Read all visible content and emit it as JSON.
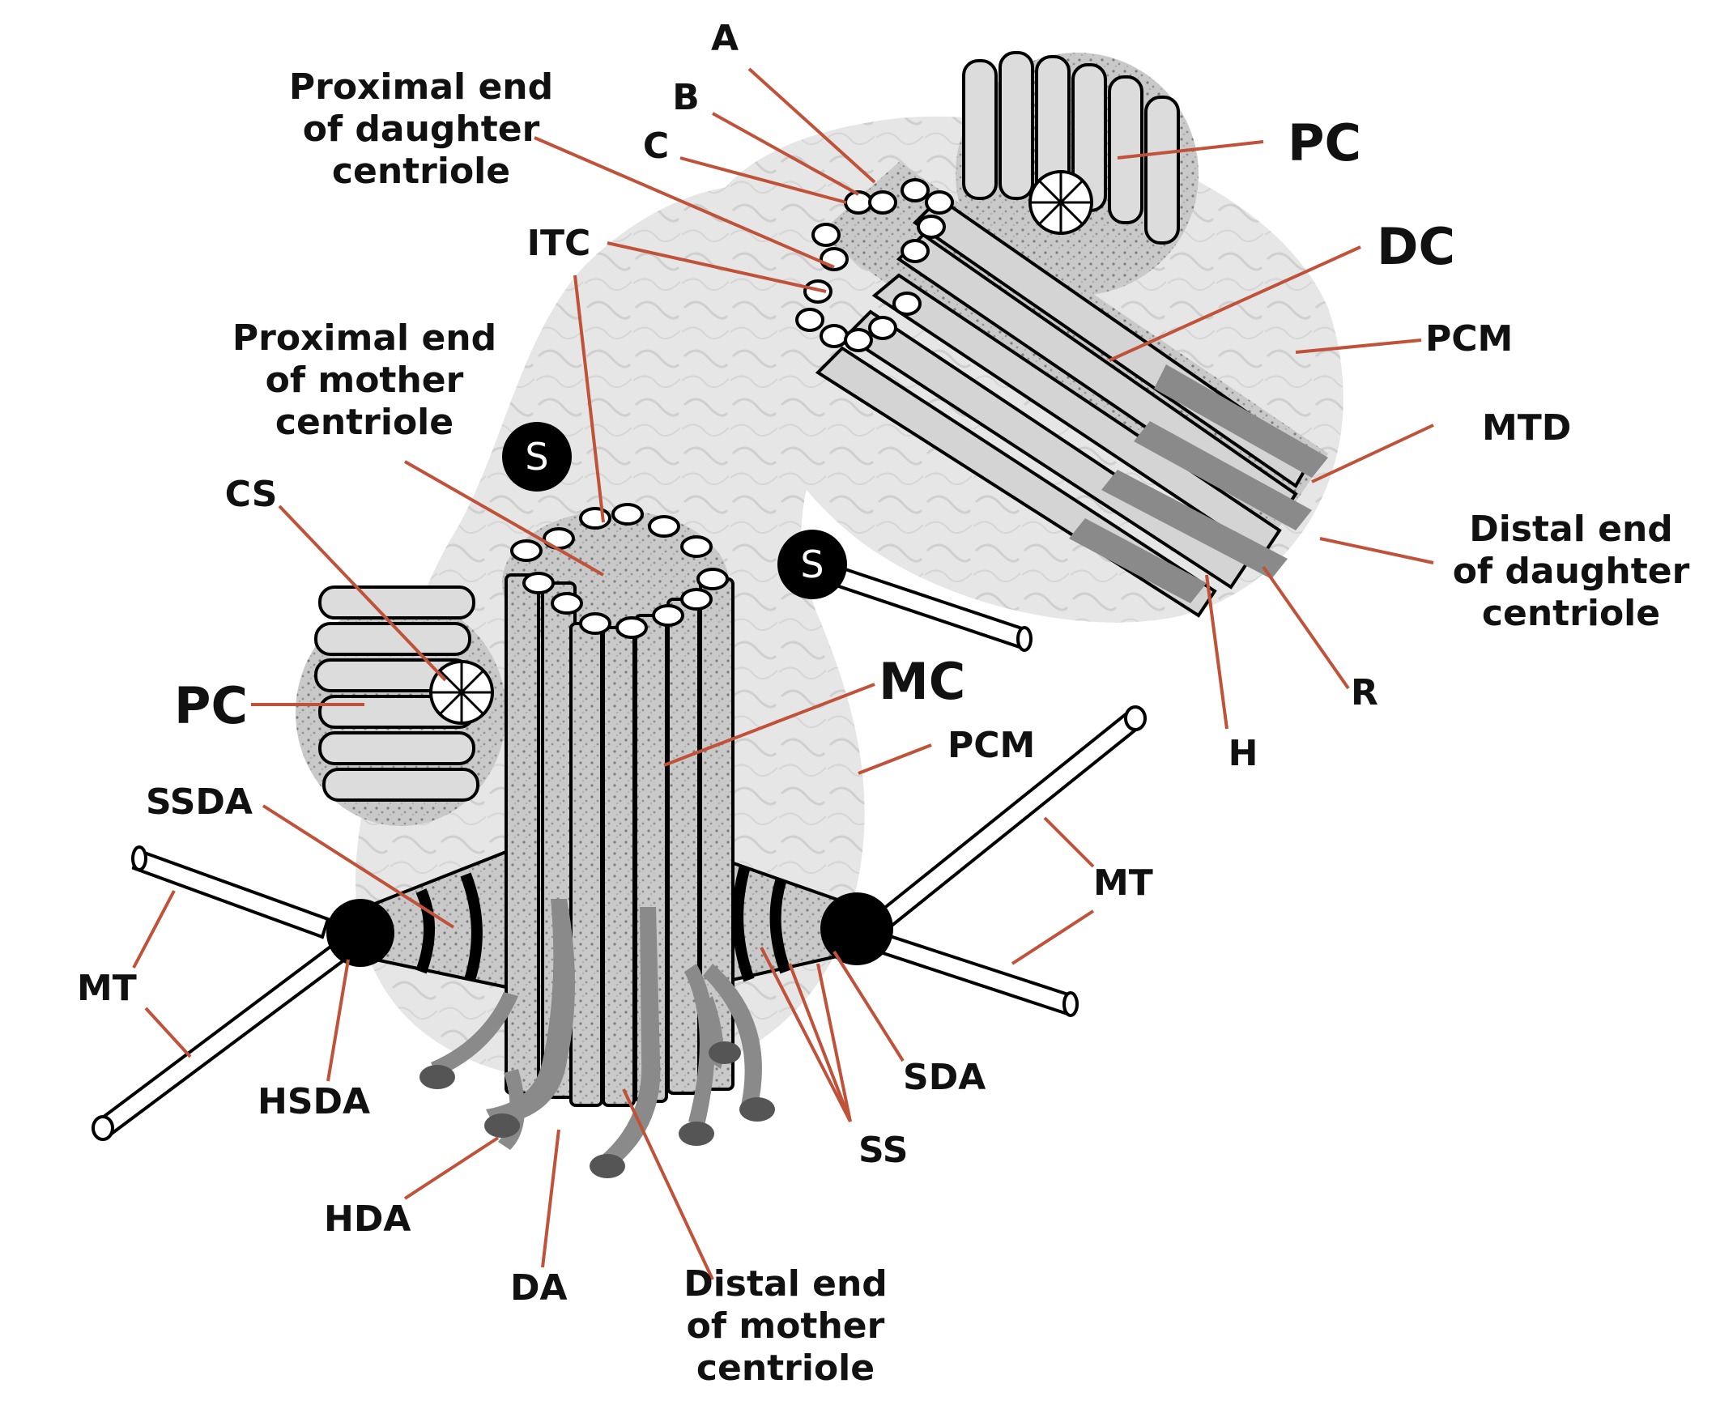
{
  "labels": {
    "A": "A",
    "B": "B",
    "C": "C",
    "proximal_daughter": [
      "Proximal end",
      "of daughter",
      "centriole"
    ],
    "PC_top": "PC",
    "DC": "DC",
    "ITC": "ITC",
    "PCM_top": "PCM",
    "proximal_mother": [
      "Proximal end",
      "of mother",
      "centriole"
    ],
    "MTD": "MTD",
    "CS": "CS",
    "distal_daughter": [
      "Distal end",
      "of daughter",
      "centriole"
    ],
    "S_top": "S",
    "S_right": "S",
    "PC_left": "PC",
    "MC": "MC",
    "PCM_mid": "PCM",
    "R": "R",
    "H": "H",
    "SSDA": "SSDA",
    "MT_right": "MT",
    "MT_left": "MT",
    "HSDA": "HSDA",
    "SDA": "SDA",
    "SS": "SS",
    "HDA": "HDA",
    "DA": "DA",
    "distal_mother": [
      "Distal end",
      "of mother",
      "centriole"
    ]
  },
  "colors": {
    "leader_line": "#c0523a",
    "pcm_fill": "#e3e3e3",
    "tubule_fill": "#d8d8d8",
    "appendage_fill": "#8a8a8a",
    "ink": "#000000"
  }
}
